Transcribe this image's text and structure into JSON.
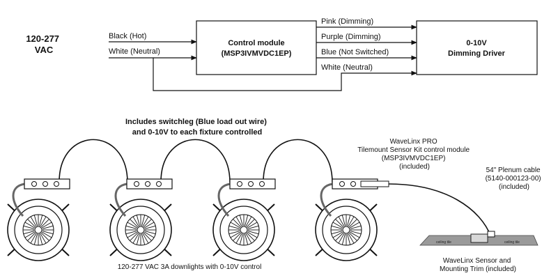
{
  "wiring": {
    "input_voltage": [
      "120-277",
      "VAC"
    ],
    "wire_black": "Black (Hot)",
    "wire_white_in": "White (Neutral)",
    "control_module_title": "Control module",
    "control_module_part": "(MSP3IVMVDC1EP)",
    "out_pink": "Pink (Dimming)",
    "out_purple": "Purple (Dimming)",
    "out_blue": "Blue (Not Switched)",
    "out_white": "White (Neutral)",
    "driver_title": "0-10V",
    "driver_subtitle": "Dimming Driver"
  },
  "fixtures": {
    "switchleg_note": [
      "Includes switchleg (Blue load out wire)",
      "and 0-10V to each fixture controlled"
    ],
    "downlights_caption": "120-277 VAC 3A downlights with 0-10V control",
    "sensor_kit_label": [
      "WaveLinx PRO",
      "Tilemount Sensor Kit control module",
      "(MSP3IVMVDC1EP)",
      "(included)"
    ],
    "plenum_cable_label": [
      "54\" Plenum cable",
      "(5140-000123-00)",
      "(included)"
    ],
    "sensor_label": [
      "WaveLinx Sensor and",
      "Mounting Trim (included)"
    ],
    "ceiling_tile_label": "ceiling tile"
  }
}
